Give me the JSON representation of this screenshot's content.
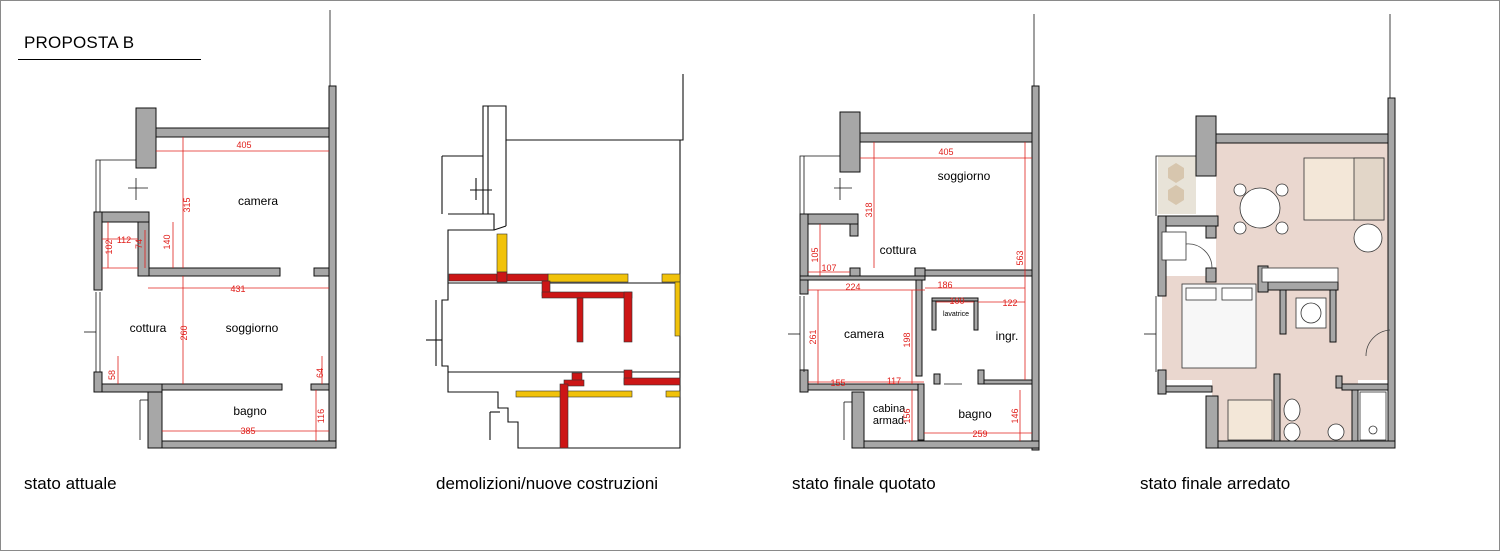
{
  "page": {
    "title": "PROPOSTA B",
    "captions": [
      "stato attuale",
      "demolizioni/nuove costruzioni",
      "stato finale quotato",
      "stato finale arredato"
    ]
  },
  "colors": {
    "wall": "#a7a7a7",
    "wall_outline": "#111111",
    "dimension": "#e0201c",
    "demolition": "#cc1616",
    "new_construction": "#f1c20a",
    "floor_tint": "#ead7cf"
  },
  "plan1": {
    "rooms": [
      "camera",
      "cottura",
      "soggiorno",
      "bagno"
    ],
    "dims": [
      "405",
      "315",
      "140",
      "112",
      "102",
      "74",
      "431",
      "260",
      "58",
      "64",
      "116",
      "385"
    ]
  },
  "plan3": {
    "rooms": [
      "soggiorno",
      "cottura",
      "camera",
      "ingr.",
      "lavatrice",
      "cabina",
      "armad.",
      "bagno"
    ],
    "dims": [
      "405",
      "318",
      "563",
      "105",
      "107",
      "224",
      "186",
      "100",
      "122",
      "261",
      "198",
      "155",
      "117",
      "156",
      "146",
      "259"
    ]
  }
}
